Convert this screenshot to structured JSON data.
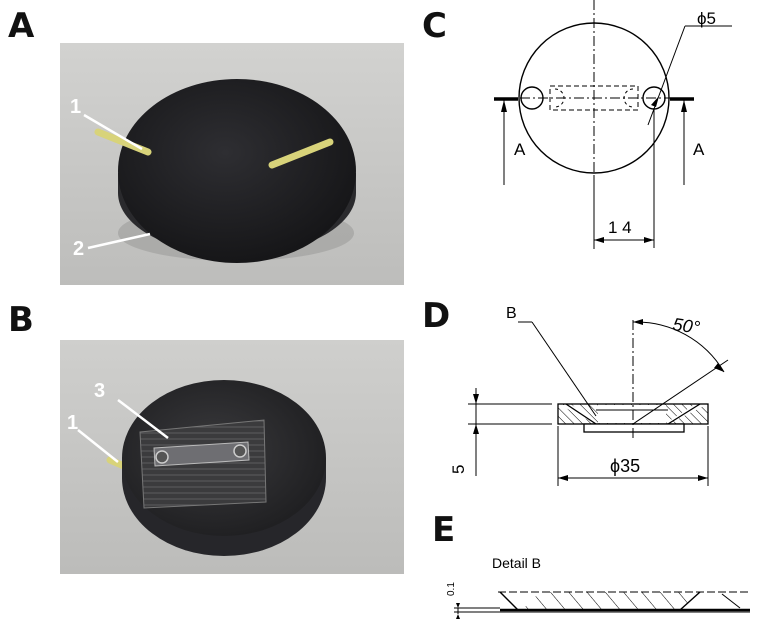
{
  "panels": {
    "a": {
      "letter": "A",
      "callouts": [
        "1",
        "2"
      ]
    },
    "b": {
      "letter": "B",
      "callouts": [
        "1",
        "3"
      ]
    },
    "c": {
      "letter": "C",
      "diameter_label": "ϕ5",
      "section_label_left": "A",
      "section_label_right": "A",
      "dimension_label": "1 4"
    },
    "d": {
      "letter": "D",
      "detail_pointer": "B",
      "angle_label": "50°",
      "height_label": "5",
      "diameter_label": "ϕ35"
    },
    "e": {
      "letter": "E",
      "title": "Detail B",
      "thickness_label": "0.1"
    }
  },
  "colors": {
    "photo_bg": "#c9c9c7",
    "disk": "#1f1f22",
    "tube": "#d8d37a",
    "ink": "#000000"
  }
}
